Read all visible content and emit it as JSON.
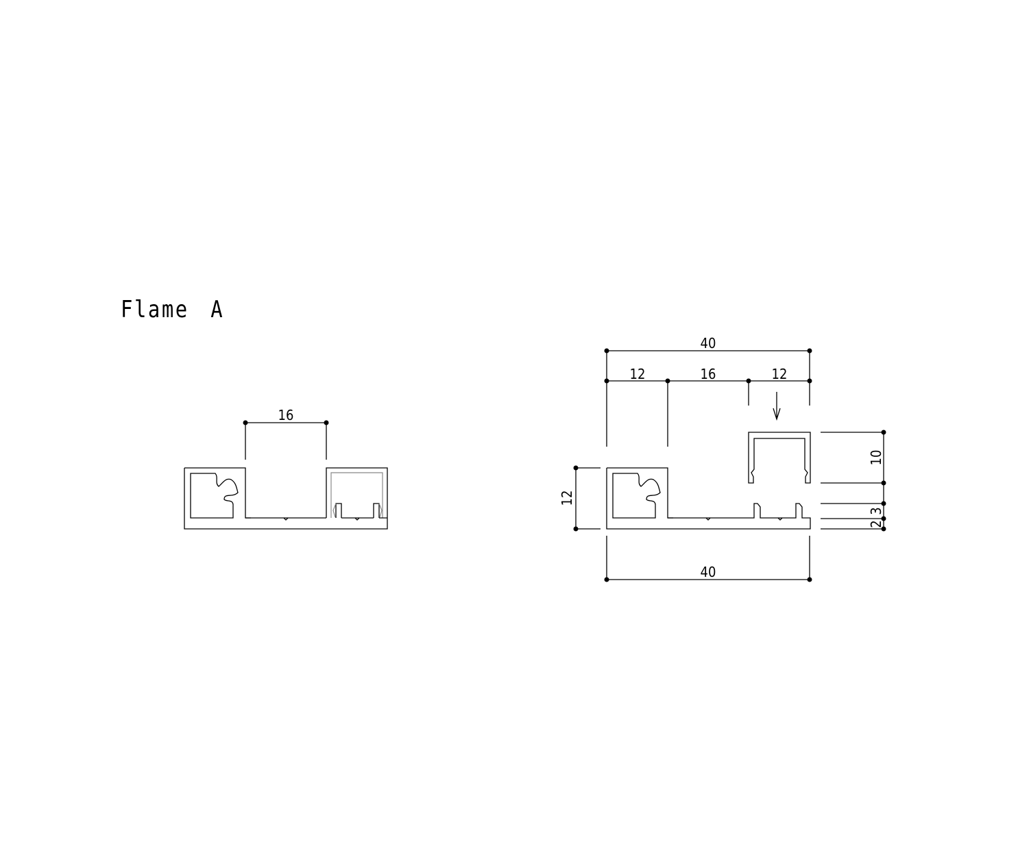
{
  "title": "Flame　A",
  "left_view": {
    "dim_middle": "16"
  },
  "right_view": {
    "dim_top_total": "40",
    "dim_top_segments": [
      "12",
      "16",
      "12"
    ],
    "dim_left_height": "12",
    "dim_right_cap": "10",
    "dim_right_gap": "3",
    "dim_right_base": "2",
    "dim_bottom_total": "40"
  },
  "colors": {
    "line": "#000000",
    "background": "#ffffff"
  }
}
